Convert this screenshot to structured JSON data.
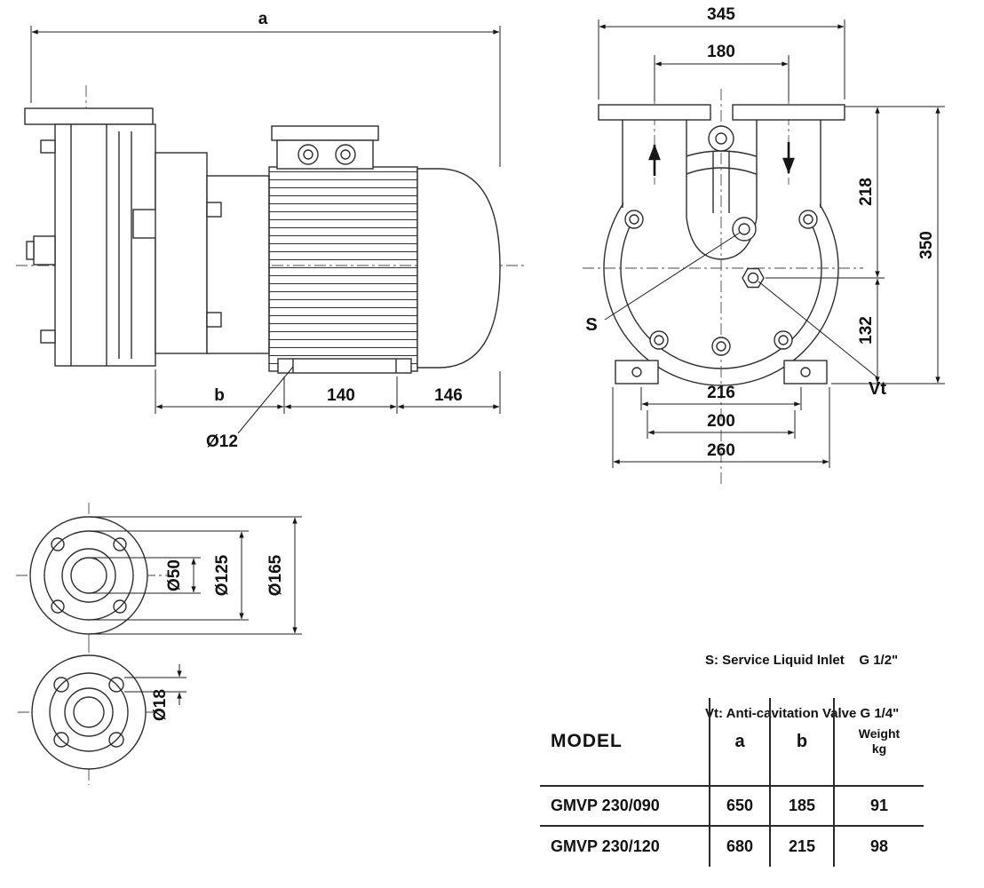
{
  "side_view": {
    "dims": {
      "a": "a",
      "b": "b",
      "d140": "140",
      "d146": "146",
      "d12": "Ø12"
    }
  },
  "front_view": {
    "dims": {
      "d345": "345",
      "d180": "180",
      "d218": "218",
      "d350": "350",
      "d132": "132",
      "d216": "216",
      "d200": "200",
      "d260": "260"
    },
    "labels": {
      "s": "S",
      "vt": "Vt"
    }
  },
  "flange_view": {
    "dims": {
      "d50": "Ø50",
      "d125": "Ø125",
      "d165": "Ø165",
      "d18": "Ø18"
    }
  },
  "notes": {
    "line1": "S: Service Liquid Inlet    G 1/2\"",
    "line2": "Vt: Anti-cavitation Valve G 1/4\""
  },
  "table": {
    "headers": {
      "model": "MODEL",
      "a": "a",
      "b": "b",
      "weight_line1": "Weight",
      "weight_line2": "kg"
    },
    "rows": [
      {
        "model": "GMVP 230/090",
        "a": "650",
        "b": "185",
        "weight": "91"
      },
      {
        "model": "GMVP 230/120",
        "a": "680",
        "b": "215",
        "weight": "98"
      }
    ]
  }
}
